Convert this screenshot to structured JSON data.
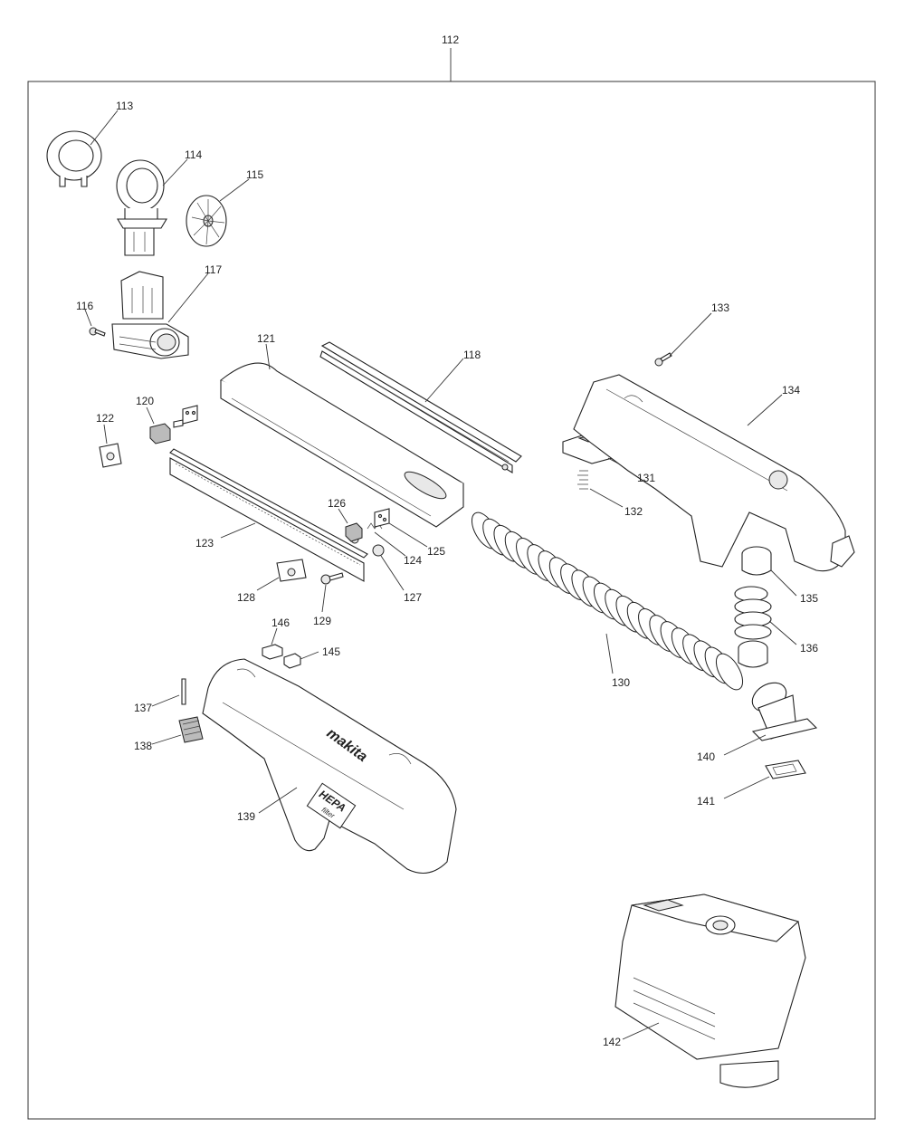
{
  "labels": {
    "112": "112",
    "113": "113",
    "114": "114",
    "115": "115",
    "116": "116",
    "117": "117",
    "118": "118",
    "120": "120",
    "121": "121",
    "122": "122",
    "123": "123",
    "124": "124",
    "125": "125",
    "126": "126",
    "127": "127",
    "128": "128",
    "129": "129",
    "130": "130",
    "131": "131",
    "132": "132",
    "133": "133",
    "134": "134",
    "135": "135",
    "136": "136",
    "137": "137",
    "138": "138",
    "139": "139",
    "140": "140",
    "141": "141",
    "142": "142",
    "145": "145",
    "146": "146"
  },
  "branding": {
    "logo": "makita",
    "filter_badge_line1": "HEPA",
    "filter_badge_line2": "filter"
  }
}
